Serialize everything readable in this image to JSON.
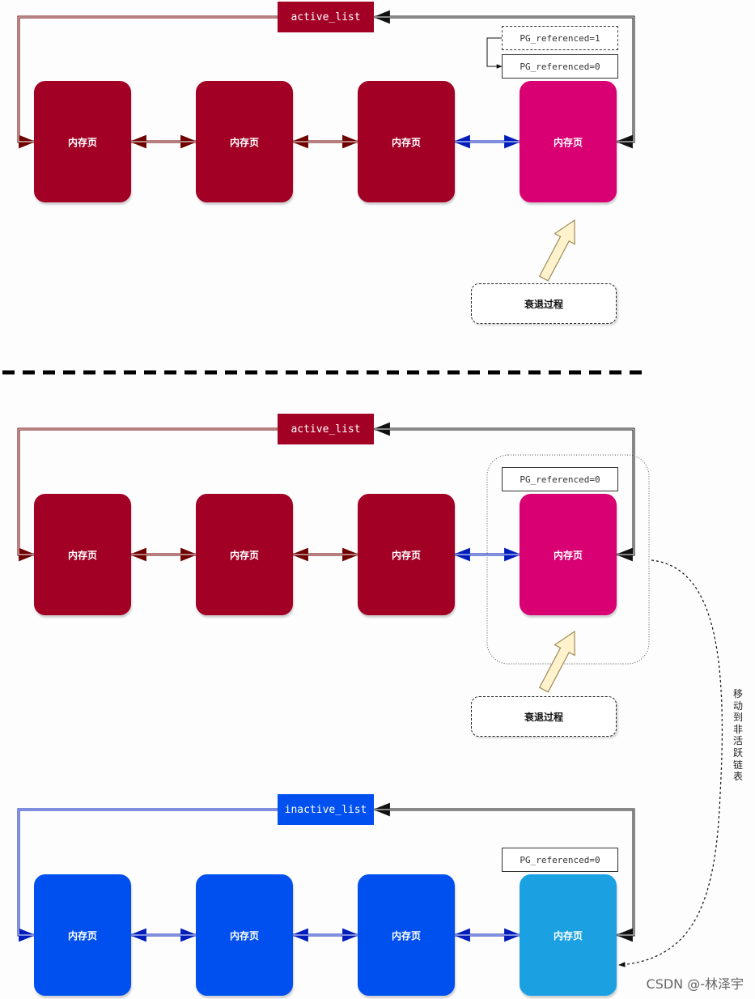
{
  "colors": {
    "active_list": "#a20025",
    "active_page": "#a20025",
    "decaying_page": "#d80073",
    "inactive_list": "#0050ef",
    "inactive_page": "#0050ef",
    "moved_page": "#1ba1e2",
    "link_active": "#6f0000",
    "link_inactive": "#001dbc",
    "decay_arrow": "#fff2cc"
  },
  "top": {
    "list_label": "active_list",
    "pages": [
      "内存页",
      "内存页",
      "内存页",
      "内存页"
    ],
    "flag_before": "PG_referenced=1",
    "flag_after": "PG_referenced=0",
    "decay_label": "衰退过程"
  },
  "middle": {
    "list_label": "active_list",
    "pages": [
      "内存页",
      "内存页",
      "内存页",
      "内存页"
    ],
    "flag": "PG_referenced=0",
    "decay_label": "衰退过程",
    "move_label": "移动到非活跃链表"
  },
  "bottom": {
    "list_label": "inactive_list",
    "pages": [
      "内存页",
      "内存页",
      "内存页",
      "内存页"
    ],
    "flag": "PG_referenced=0"
  },
  "watermark": "CSDN @-林泽宇"
}
